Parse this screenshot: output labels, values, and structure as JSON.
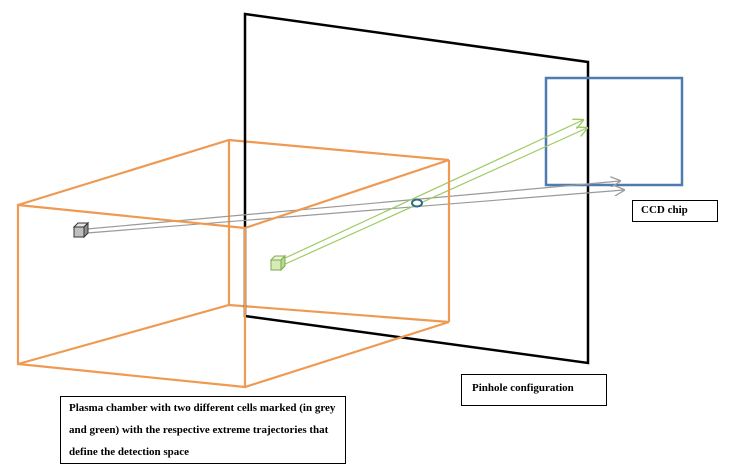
{
  "colors": {
    "chamber": "#EE9A52",
    "pinhole_plane": "#000000",
    "ccd": "#4F7BAF",
    "green_ray": "#9CCB62",
    "grey_ray": "#9A9A9A",
    "pinhole": "#2F6B82"
  },
  "labels": {
    "ccd": "CCD chip",
    "pinhole": "Pinhole configuration",
    "plasma": "Plasma chamber with two different cells marked (in grey and green) with the respective extreme trajectories that define the detection space"
  }
}
